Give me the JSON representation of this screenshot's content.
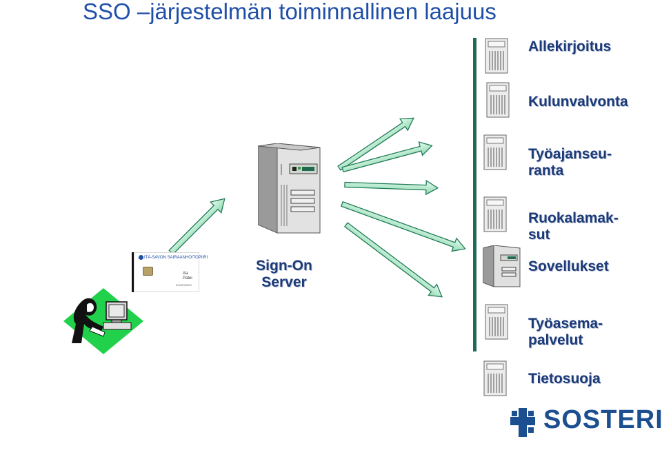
{
  "title": "SSO –järjestelmän toiminnallinen laajuus",
  "central": {
    "label": "Sign-On\nServer"
  },
  "services": [
    "Allekirjoitus",
    "Kulunvalvonta",
    "Työajanseu-\nranta",
    "Ruokalamak-\nsut",
    "Sovellukset",
    "Työasema-\npalvelut",
    "Tietosuoja"
  ],
  "card": {
    "header": "ITÄ-SAVON SAIRAANHOITOPIIRI",
    "line1": "Aa",
    "line2": "Patei",
    "line3": "0044P00000"
  },
  "logo": {
    "text": "SOSTERI",
    "color": "#1b4f8f"
  },
  "colors": {
    "title": "#1f4fa8",
    "arrow_fill": "#aee9c8",
    "arrow_stroke": "#1f7a55",
    "bar": "#1f6a5b",
    "user_bg": "#22d14b"
  },
  "icons": [
    "server-tower-icon",
    "small-server-icon",
    "smart-card-icon",
    "user-at-computer-icon",
    "arrow-icon",
    "sosteri-cross-icon"
  ]
}
